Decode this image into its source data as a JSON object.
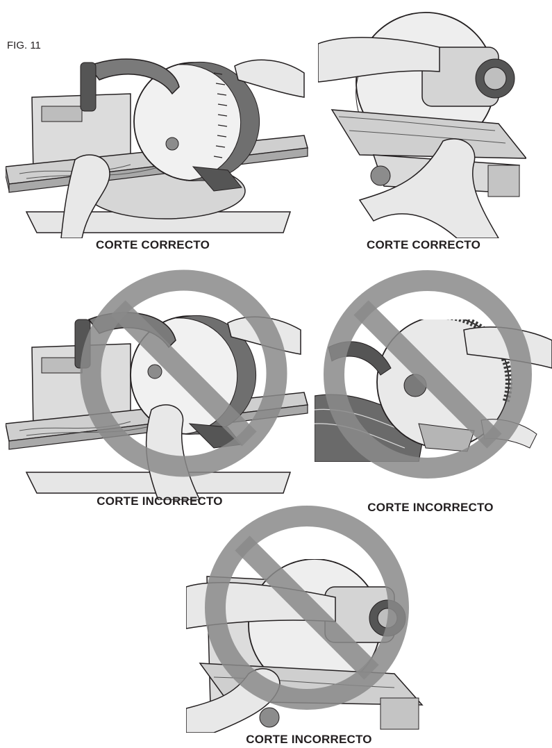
{
  "figure": {
    "label": "FIG. 11"
  },
  "panels": [
    {
      "caption": "CORTE CORRECTO",
      "prohibited": false
    },
    {
      "caption": "CORTE CORRECTO",
      "prohibited": false
    },
    {
      "caption": "CORTE INCORRECTO",
      "prohibited": true
    },
    {
      "caption": "CORTE INCORRECTO",
      "prohibited": true
    },
    {
      "caption": "CORTE INCORRECTO",
      "prohibited": true
    }
  ],
  "colors": {
    "ink": "#231f20",
    "metal": "#d9d9d9",
    "dark_metal": "#8c8c8c",
    "wood": "#c8c8c8",
    "prohibition": "#8a8a8a"
  }
}
